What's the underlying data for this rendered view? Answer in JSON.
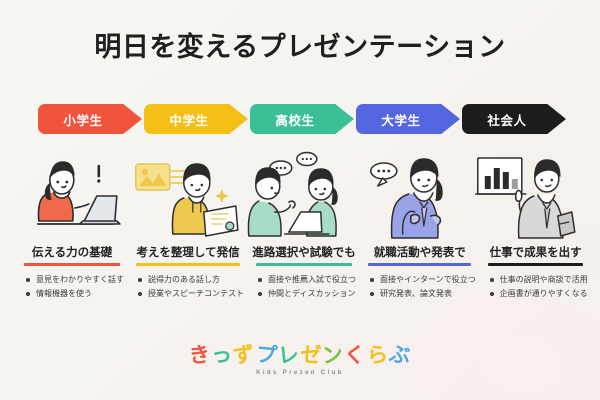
{
  "slide": {
    "title": "明日を変えるプレゼンテーション",
    "background_start": "#F7F7F3",
    "background_end": "#F4EFEC"
  },
  "stages": [
    {
      "label": "小学生",
      "color": "#F0543C"
    },
    {
      "label": "中学生",
      "color": "#F5C015"
    },
    {
      "label": "高校生",
      "color": "#3CBF96"
    },
    {
      "label": "大学生",
      "color": "#5465E0"
    },
    {
      "label": "社会人",
      "color": "#1C1C1C"
    }
  ],
  "illustrations": [
    {
      "name": "girl-at-laptop",
      "accent": "#EE6A4B",
      "sub": "#F4A58C"
    },
    {
      "name": "student-with-certificate",
      "accent": "#EFC84E",
      "sub": "#F6E08C"
    },
    {
      "name": "two-students-discussing",
      "accent": "#7ECBAB",
      "sub": "#A9DCC6"
    },
    {
      "name": "woman-in-suit-speaking",
      "accent": "#9BA3E8",
      "sub": "#C2C7F2"
    },
    {
      "name": "businessman-with-chart",
      "accent": "#BDBDBD",
      "sub": "#D8D8D8"
    }
  ],
  "columns": [
    {
      "heading": "伝える力の基礎",
      "underline": "#F0543C",
      "bullets": [
        "意見をわかりやすく話す",
        "情報機器を使う"
      ]
    },
    {
      "heading": "考えを整理して発信",
      "underline": "#F5C015",
      "bullets": [
        "説得力のある話し方",
        "授業やスピーチコンテスト"
      ]
    },
    {
      "heading": "進路選択や試験でも",
      "underline": "#3CBF96",
      "bullets": [
        "面接や推薦入試で役立つ",
        "仲間とディスカッション"
      ]
    },
    {
      "heading": "就職活動や発表で",
      "underline": "#5465E0",
      "bullets": [
        "面接やインターンで役立つ",
        "研究発表、論文発表"
      ]
    },
    {
      "heading": "仕事で成果を出す",
      "underline": "#1C1C1C",
      "bullets": [
        "仕事の説明や商談で活用",
        "企画書が通りやすくなる"
      ]
    }
  ],
  "logo": {
    "characters": [
      {
        "ch": "き",
        "color": "#F0543C"
      },
      {
        "ch": "っ",
        "color": "#3CBF96"
      },
      {
        "ch": "ず",
        "color": "#F5C015"
      },
      {
        "ch": "プ",
        "color": "#4FA8E0"
      },
      {
        "ch": "レ",
        "color": "#3CBF96"
      },
      {
        "ch": "ゼ",
        "color": "#F5C015"
      },
      {
        "ch": "ン",
        "color": "#7BC143"
      },
      {
        "ch": "く",
        "color": "#F0543C"
      },
      {
        "ch": "ら",
        "color": "#F5C015"
      },
      {
        "ch": "ぶ",
        "color": "#4FA8E0"
      }
    ],
    "subtitle": "Kids Prezen Club"
  }
}
